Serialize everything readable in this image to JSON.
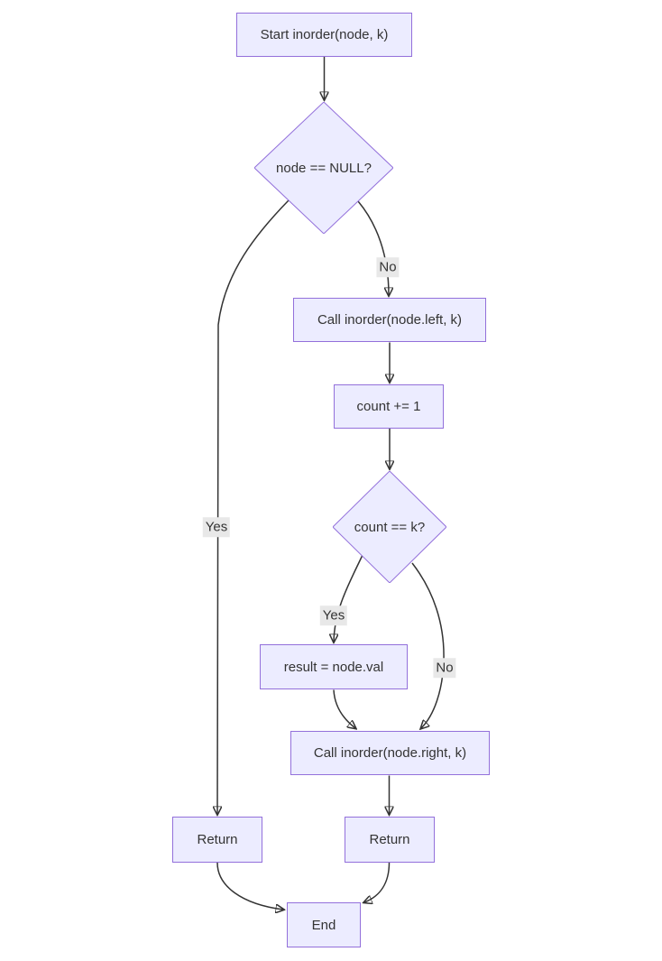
{
  "diagram": {
    "type": "flowchart",
    "direction": "top-down",
    "theme": {
      "node_fill": "#ECECFF",
      "node_border": "#9370DB",
      "edge_color": "#333333",
      "edge_label_background": "#e8e8e8",
      "text_color": "#333333",
      "canvas_background": "#ffffff"
    },
    "nodes": {
      "start": {
        "label": "Start inorder(node, k)",
        "shape": "rect"
      },
      "null_check": {
        "label": "node == NULL?",
        "shape": "diamond"
      },
      "call_left": {
        "label": "Call inorder(node.left, k)",
        "shape": "rect"
      },
      "count_incr": {
        "label": "count += 1",
        "shape": "rect"
      },
      "count_check": {
        "label": "count == k?",
        "shape": "diamond"
      },
      "set_result": {
        "label": "result = node.val",
        "shape": "rect"
      },
      "call_right": {
        "label": "Call inorder(node.right, k)",
        "shape": "rect"
      },
      "return_left": {
        "label": "Return",
        "shape": "rect"
      },
      "return_right": {
        "label": "Return",
        "shape": "rect"
      },
      "end": {
        "label": "End",
        "shape": "rect"
      }
    },
    "edges": [
      {
        "from": "start",
        "to": "null_check",
        "label": ""
      },
      {
        "from": "null_check",
        "to": "call_left",
        "label": "No"
      },
      {
        "from": "null_check",
        "to": "return_left",
        "label": "Yes"
      },
      {
        "from": "call_left",
        "to": "count_incr",
        "label": ""
      },
      {
        "from": "count_incr",
        "to": "count_check",
        "label": ""
      },
      {
        "from": "count_check",
        "to": "set_result",
        "label": "Yes"
      },
      {
        "from": "count_check",
        "to": "call_right",
        "label": "No"
      },
      {
        "from": "set_result",
        "to": "call_right",
        "label": ""
      },
      {
        "from": "call_right",
        "to": "return_right",
        "label": ""
      },
      {
        "from": "return_right",
        "to": "end",
        "label": ""
      },
      {
        "from": "return_left",
        "to": "end",
        "label": ""
      }
    ],
    "edge_labels": {
      "null_no": "No",
      "null_yes": "Yes",
      "count_yes": "Yes",
      "count_no": "No"
    }
  }
}
